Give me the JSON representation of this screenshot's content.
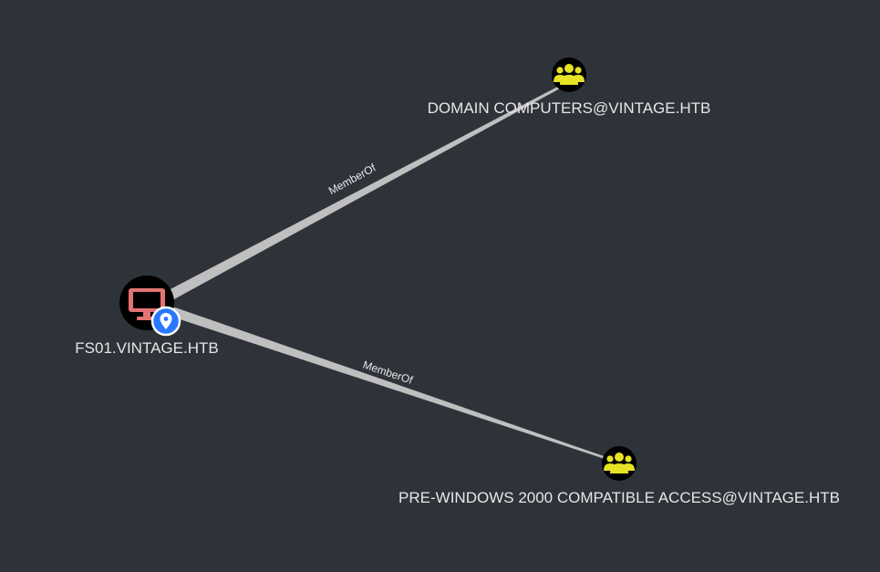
{
  "graph": {
    "nodes": [
      {
        "id": "fs01",
        "label": "FS01.VINTAGE.HTB",
        "type": "computer",
        "icon": "monitor-icon",
        "badge_icon": "map-pin-icon",
        "icon_color": "#e57373",
        "badge_color": "#2979ff"
      },
      {
        "id": "domain-computers",
        "label": "DOMAIN COMPUTERS@VINTAGE.HTB",
        "type": "group",
        "icon": "users-group-icon",
        "icon_color": "#e7e224"
      },
      {
        "id": "pre-windows-2000",
        "label": "PRE-WINDOWS 2000 COMPATIBLE ACCESS@VINTAGE.HTB",
        "type": "group",
        "icon": "users-group-icon",
        "icon_color": "#e7e224"
      }
    ],
    "edges": [
      {
        "from": "fs01",
        "to": "domain-computers",
        "label": "MemberOf"
      },
      {
        "from": "fs01",
        "to": "pre-windows-2000",
        "label": "MemberOf"
      }
    ],
    "colors": {
      "background": "#2e333a",
      "edge": "#bfbfbf",
      "node_fill": "#000000",
      "label": "#e6e6e6"
    }
  }
}
